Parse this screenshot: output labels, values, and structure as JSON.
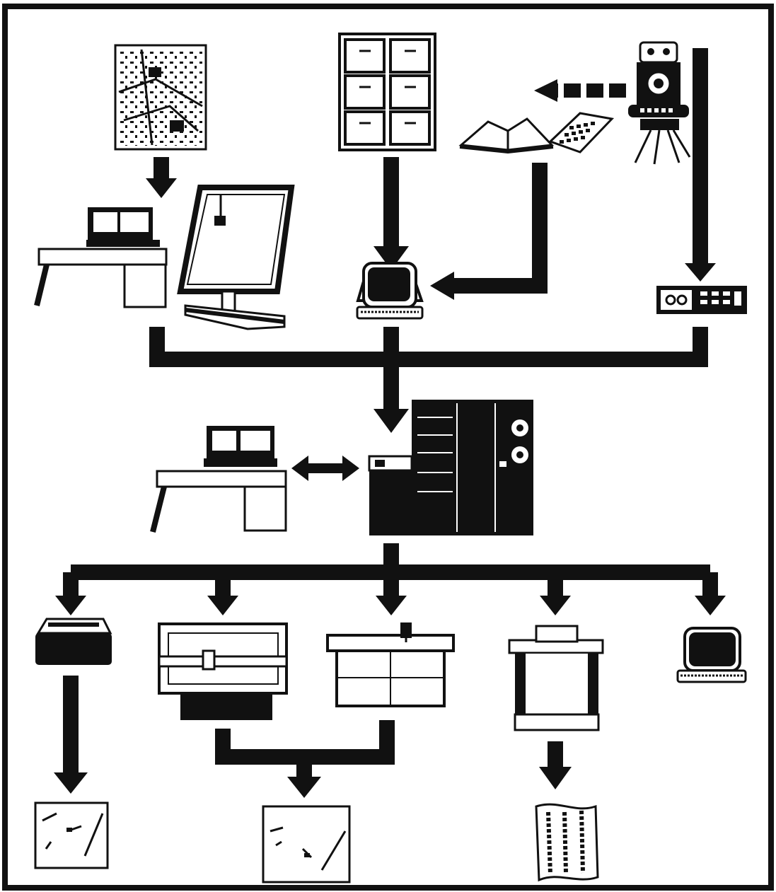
{
  "diagram": {
    "colors": {
      "ink": "#111111",
      "paper": "#ffffff",
      "screen": "#1b1b1b"
    },
    "inputs": [
      "map-sheet",
      "filing-cabinet",
      "field-book",
      "calculator",
      "total-station"
    ],
    "capture": [
      "digitizing-workstation",
      "digitizer-table",
      "terminal",
      "data-recorder"
    ],
    "core": [
      "graphic-workstation",
      "host-computer"
    ],
    "outputs": [
      "printer",
      "flatbed-plotter",
      "drum-plotter",
      "line-printer",
      "display-terminal"
    ],
    "products": [
      "printed-map",
      "plotted-map",
      "printout-listing"
    ]
  }
}
